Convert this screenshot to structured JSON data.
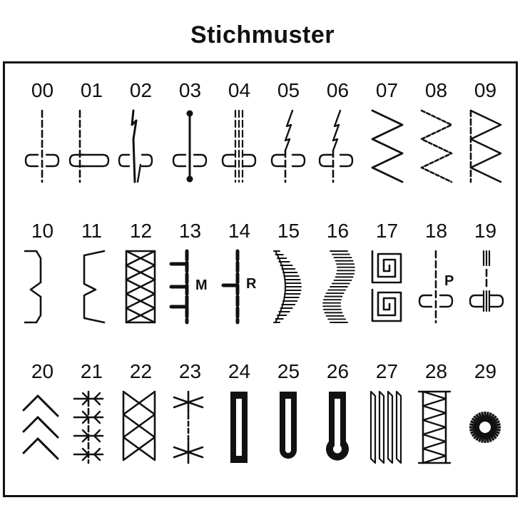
{
  "title": "Stichmuster",
  "patterns": [
    {
      "number": "00",
      "icon": "straight-stitch-center-icon",
      "letter": ""
    },
    {
      "number": "01",
      "icon": "straight-stitch-left-icon",
      "letter": ""
    },
    {
      "number": "02",
      "icon": "triple-straight-stitch-icon",
      "letter": ""
    },
    {
      "number": "03",
      "icon": "bar-tack-stitch-icon",
      "letter": ""
    },
    {
      "number": "04",
      "icon": "stretch-triple-stitch-icon",
      "letter": ""
    },
    {
      "number": "05",
      "icon": "lightning-stitch-icon",
      "letter": ""
    },
    {
      "number": "06",
      "icon": "lightning-stitch-left-icon",
      "letter": ""
    },
    {
      "number": "07",
      "icon": "zigzag-stitch-icon",
      "letter": ""
    },
    {
      "number": "08",
      "icon": "three-step-zigzag-icon",
      "letter": ""
    },
    {
      "number": "09",
      "icon": "triple-zigzag-icon",
      "letter": ""
    },
    {
      "number": "10",
      "icon": "blind-hem-stitch-icon",
      "letter": ""
    },
    {
      "number": "11",
      "icon": "stretch-blind-hem-icon",
      "letter": ""
    },
    {
      "number": "12",
      "icon": "overlock-stitch-icon",
      "letter": ""
    },
    {
      "number": "13",
      "icon": "bar-tack-m-icon",
      "letter": "M"
    },
    {
      "number": "14",
      "icon": "bar-tack-r-icon",
      "letter": "R"
    },
    {
      "number": "15",
      "icon": "crescent-stitch-icon",
      "letter": ""
    },
    {
      "number": "16",
      "icon": "satin-wave-stitch-icon",
      "letter": ""
    },
    {
      "number": "17",
      "icon": "greek-key-stitch-icon",
      "letter": ""
    },
    {
      "number": "18",
      "icon": "patch-stitch-icon",
      "letter": "P"
    },
    {
      "number": "19",
      "icon": "quilting-stitch-icon",
      "letter": ""
    },
    {
      "number": "20",
      "icon": "feather-stitch-icon",
      "letter": ""
    },
    {
      "number": "21",
      "icon": "cross-branch-stitch-icon",
      "letter": ""
    },
    {
      "number": "22",
      "icon": "herringbone-stitch-icon",
      "letter": ""
    },
    {
      "number": "23",
      "icon": "star-stitch-icon",
      "letter": ""
    },
    {
      "number": "24",
      "icon": "buttonhole-square-icon",
      "letter": ""
    },
    {
      "number": "25",
      "icon": "buttonhole-round-icon",
      "letter": ""
    },
    {
      "number": "26",
      "icon": "keyhole-buttonhole-icon",
      "letter": ""
    },
    {
      "number": "27",
      "icon": "triple-stretch-parallel-icon",
      "letter": ""
    },
    {
      "number": "28",
      "icon": "overcast-stitch-icon",
      "letter": ""
    },
    {
      "number": "29",
      "icon": "eyelet-icon",
      "letter": ""
    }
  ]
}
